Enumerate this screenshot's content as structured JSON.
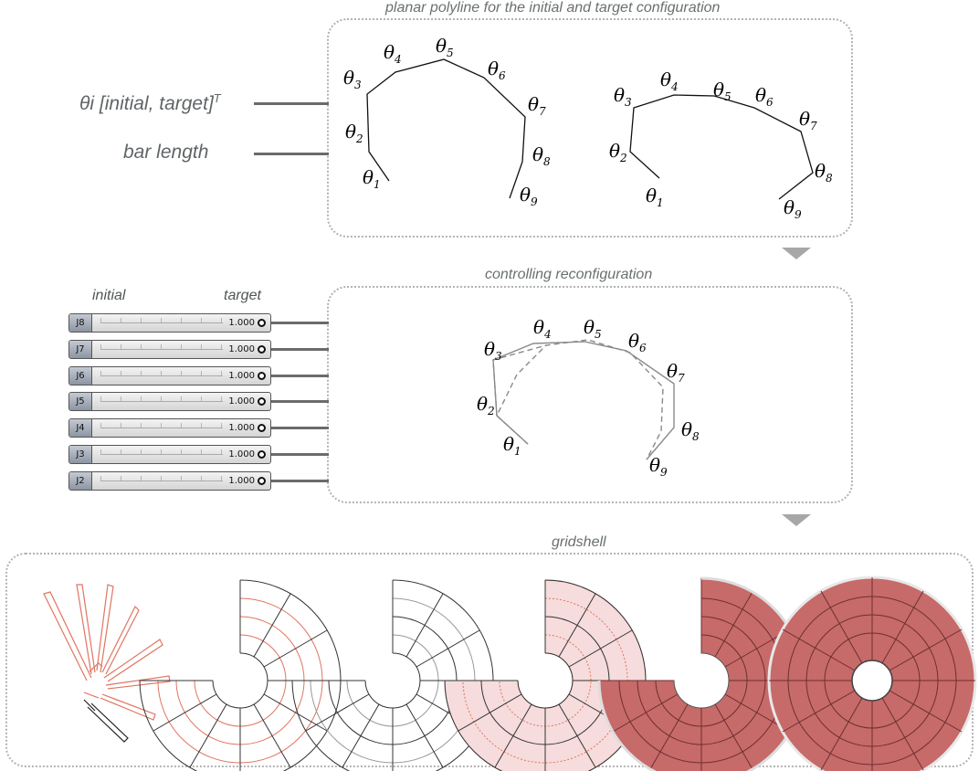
{
  "top": {
    "title": "planar polyline for the initial and target configuration",
    "input_label_1": "θi [initial, target]",
    "input_label_1_sup": "T",
    "input_label_2": "bar length",
    "left_angles": [
      "θ1",
      "θ2",
      "θ3",
      "θ4",
      "θ5",
      "θ6",
      "θ7",
      "θ8",
      "θ9"
    ],
    "right_angles": [
      "θ1",
      "θ2",
      "θ3",
      "θ4",
      "θ5",
      "θ6",
      "θ7",
      "θ8",
      "θ9"
    ]
  },
  "middle": {
    "title": "controlling reconfiguration",
    "header_initial": "initial",
    "header_target": "target",
    "sliders": [
      {
        "name": "J8",
        "value": "1.000"
      },
      {
        "name": "J7",
        "value": "1.000"
      },
      {
        "name": "J6",
        "value": "1.000"
      },
      {
        "name": "J5",
        "value": "1.000"
      },
      {
        "name": "J4",
        "value": "1.000"
      },
      {
        "name": "J3",
        "value": "1.000"
      },
      {
        "name": "J2",
        "value": "1.000"
      }
    ],
    "angles": [
      "θ1",
      "θ2",
      "θ3",
      "θ4",
      "θ5",
      "θ6",
      "θ7",
      "θ8",
      "θ9"
    ]
  },
  "bottom": {
    "title": "gridshell"
  },
  "colors": {
    "bar": "#e07560",
    "fill": "#c76a6a",
    "edge": "#333333",
    "panel_border": "#b3b3b3"
  }
}
